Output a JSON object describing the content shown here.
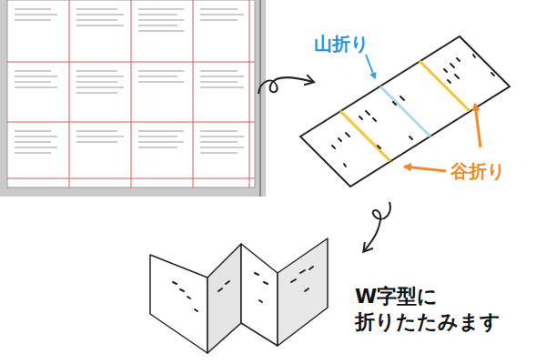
{
  "diagram": {
    "labels": [
      "山折り",
      "谷折り",
      "W字型に 折りたたみます"
    ]
  }
}
